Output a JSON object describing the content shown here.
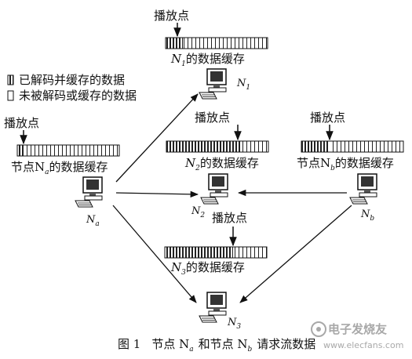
{
  "legend": {
    "decoded_label": "已解码并缓存的数据",
    "not_decoded_label": "未被解码或缓存的数据"
  },
  "playpoint_label": "播放点",
  "buffers": {
    "n1": {
      "prefix": "N",
      "sub": "1",
      "suffix": "的数据缓存",
      "filled_fraction": 0.17
    },
    "na": {
      "prefix": "节点N",
      "sub": "a",
      "suffix": "的数据缓存",
      "filled_fraction": 0.08
    },
    "n2": {
      "prefix": "N",
      "sub": "2",
      "suffix": "的数据缓存",
      "filled_fraction": 0.72
    },
    "nb": {
      "prefix": "节点N",
      "sub": "b",
      "suffix": "的数据缓存",
      "filled_fraction": 0.28
    },
    "n3": {
      "prefix": "N",
      "sub": "3",
      "suffix": "的数据缓存",
      "filled_fraction": 0.67
    }
  },
  "nodes": {
    "n1": {
      "letter": "N",
      "sub": "1"
    },
    "na": {
      "letter": "N",
      "sub": "a"
    },
    "n2": {
      "letter": "N",
      "sub": "2"
    },
    "nb": {
      "letter": "N",
      "sub": "b"
    },
    "n3": {
      "letter": "N",
      "sub": "3"
    }
  },
  "caption": {
    "fig": "图 1",
    "part1": "节点 N",
    "sub_a": "a",
    "part2": "和节点 N",
    "sub_b": "b",
    "part3": "请求流数据"
  },
  "watermark": {
    "text": "电子发烧友",
    "url": "www.elecfans.com"
  },
  "colors": {
    "line": "#111111",
    "fill_dark": "#333333",
    "watermark": "#9a9a9a"
  }
}
